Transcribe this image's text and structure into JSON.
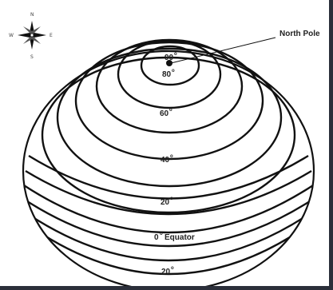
{
  "compass": {
    "n": "N",
    "s": "S",
    "e": "E",
    "w": "W"
  },
  "pole_label": "North Pole",
  "latitudes": {
    "lat90": "90",
    "lat80": "80",
    "lat60": "60",
    "lat40": "40",
    "lat20_north": "20",
    "lat0": "0",
    "equator": "Equator",
    "lat20_south": "20"
  },
  "colors": {
    "line": "#111111",
    "frame": "#2b2f3a"
  },
  "icons": [
    "compass-rose-icon",
    "north-pole-dot-icon"
  ]
}
